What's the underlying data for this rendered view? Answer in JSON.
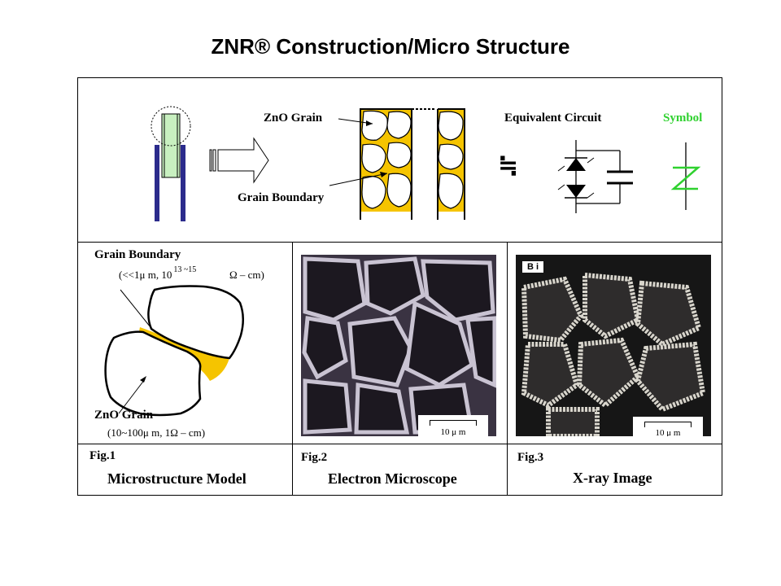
{
  "title": "ZNR® Construction/Micro Structure",
  "top": {
    "zno_grain": "ZnO Grain",
    "grain_boundary": "Grain Boundary",
    "equivalent_circuit": "Equivalent Circuit",
    "symbol": "Symbol",
    "approx_sign": "≒"
  },
  "fig1": {
    "grain_boundary": "Grain Boundary",
    "gb_spec_a": "(<<1μ m, 10",
    "gb_spec_sup": "13 ~15",
    "gb_spec_b": "Ω – cm)",
    "zno_grain": "ZnO Grain",
    "zno_spec": "(10~100μ m, 1Ω – cm)",
    "fig_label": "Fig.1",
    "caption": "Microstructure  Model"
  },
  "fig2": {
    "scale": "10  μ m",
    "fig_label": "Fig.2",
    "caption": "Electron Microscope"
  },
  "fig3": {
    "element": "B i",
    "scale": "10  μ m",
    "fig_label": "Fig.3",
    "caption": "X-ray  Image"
  },
  "colors": {
    "grain_boundary": "#f5c400",
    "element_body": "#c8f0c0",
    "lead": "#2b2b8c",
    "symbol": "#2fd12f"
  }
}
